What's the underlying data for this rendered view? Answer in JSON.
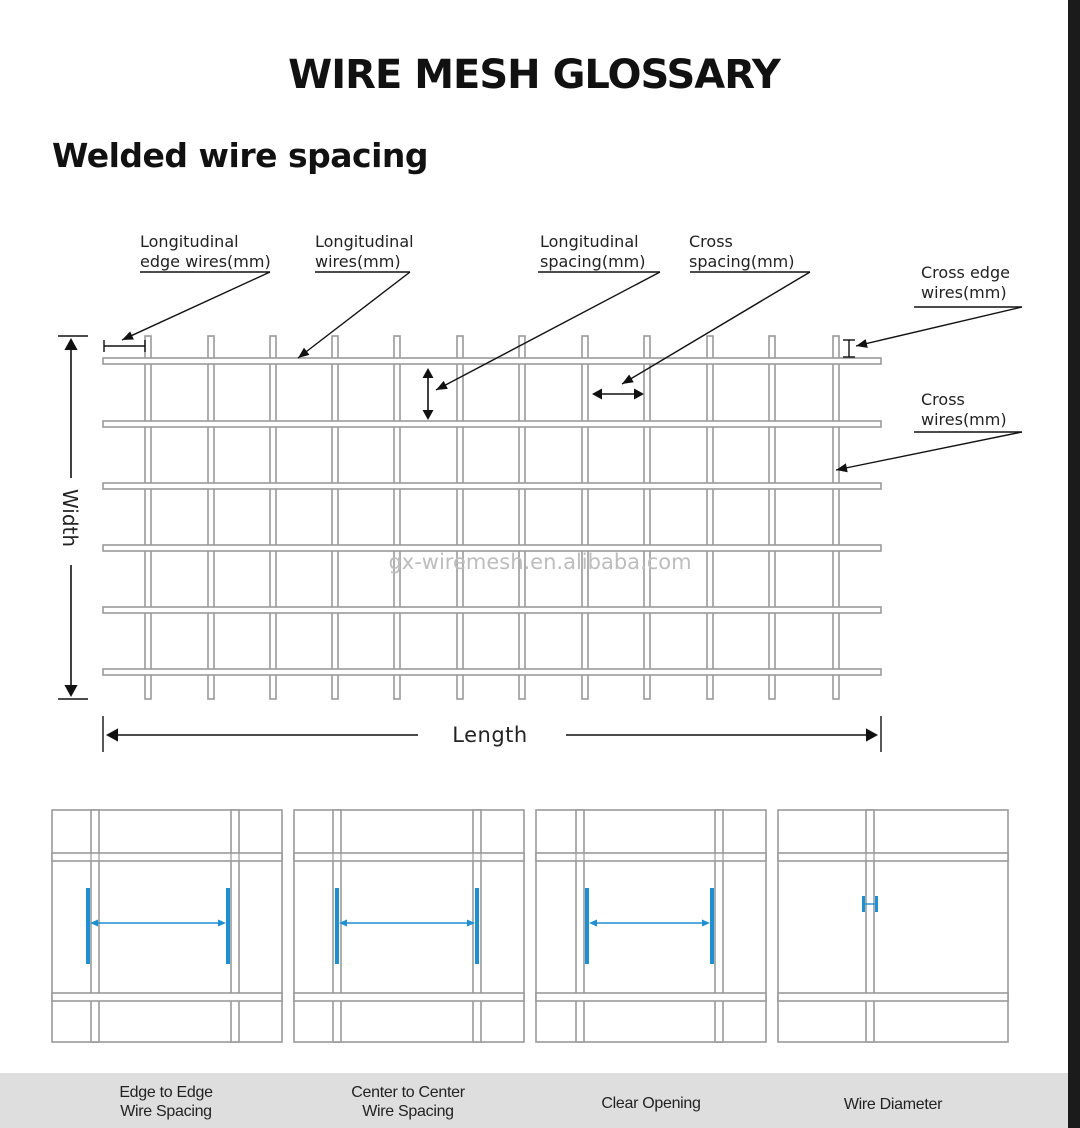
{
  "title": "WIRE MESH GLOSSARY",
  "subtitle": "Welded wire spacing",
  "labels": {
    "long_edge_wires": [
      "Longitudinal",
      "edge wires(mm)"
    ],
    "long_wires": [
      "Longitudinal",
      "wires(mm)"
    ],
    "long_spacing": [
      "Longitudinal",
      "spacing(mm)"
    ],
    "cross_spacing": [
      "Cross",
      "spacing(mm)"
    ],
    "cross_edge_wires": [
      "Cross edge",
      "wires(mm)"
    ],
    "cross_wires": [
      "Cross",
      "wires(mm)"
    ]
  },
  "dimensions": {
    "width": "Width",
    "length": "Length"
  },
  "watermark": "gx-wiremesh.en.alibaba.com",
  "captions": [
    [
      "Edge to Edge",
      "Wire Spacing"
    ],
    [
      "Center to Center",
      "Wire Spacing"
    ],
    [
      "Clear Opening"
    ],
    [
      "Wire Diameter"
    ]
  ],
  "colors": {
    "wire": "#9a9a9a",
    "measure": "#1e8fd0",
    "band": "#dedede",
    "side_bar": "#1b1b1b"
  }
}
